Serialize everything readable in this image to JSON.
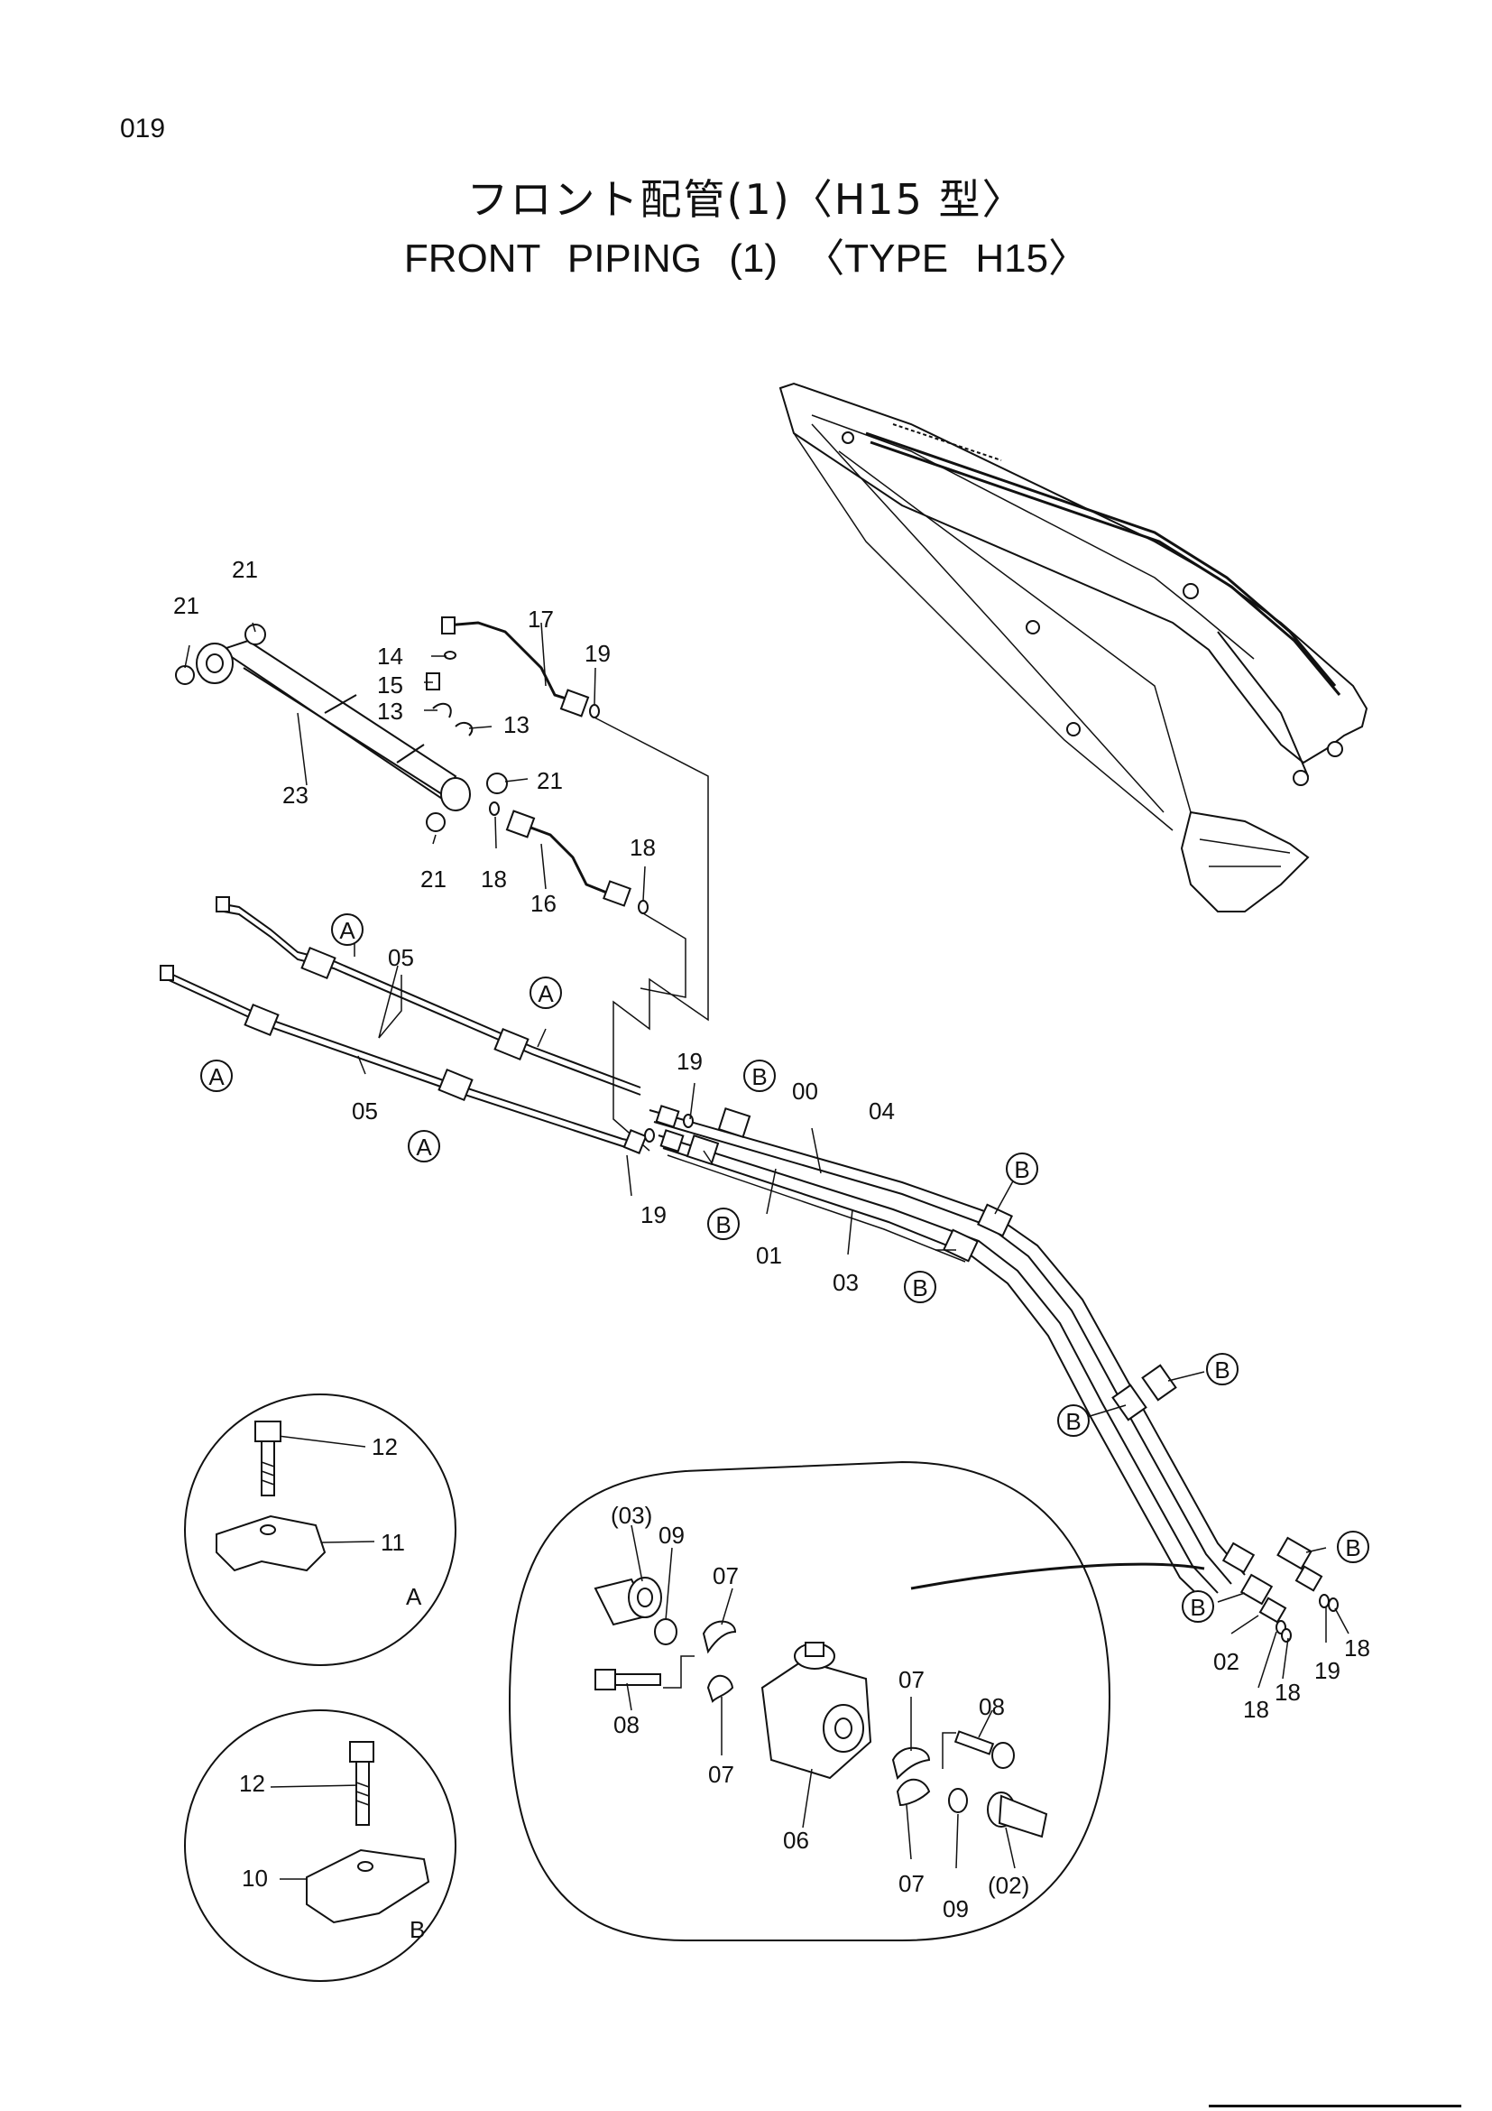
{
  "page_number": "019",
  "title_jp": "フロント配管(1)〈H15 型〉",
  "title_en": "FRONT PIPING (1) 〈TYPE H15〉",
  "callouts": {
    "a": "A",
    "b": "B"
  },
  "detail_labels": {
    "a": "A",
    "b": "B"
  },
  "part_numbers": {
    "p00": "00",
    "p01": "01",
    "p02": "02",
    "p03": "03",
    "p04": "04",
    "p05": "05",
    "p06": "06",
    "p07": "07",
    "p08": "08",
    "p09": "09",
    "p10": "10",
    "p11": "11",
    "p12": "12",
    "p13": "13",
    "p14": "14",
    "p15": "15",
    "p16": "16",
    "p17": "17",
    "p18": "18",
    "p19": "19",
    "p21": "21",
    "p23": "23",
    "p02_ref": "(02)",
    "p03_ref": "(03)"
  }
}
